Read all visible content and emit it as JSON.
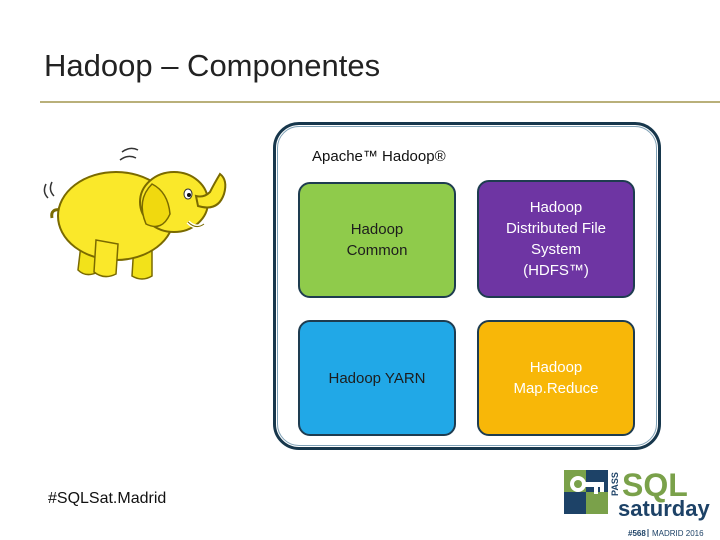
{
  "slide": {
    "title": "Hadoop – Componentes",
    "hashtag": "#SQLSat.Madrid"
  },
  "diagram": {
    "container_label": "Apache™ Hadoop®",
    "components": [
      {
        "lines": [
          "Hadoop",
          "Common"
        ],
        "color": "#8fcb4b"
      },
      {
        "lines": [
          "Hadoop",
          "Distributed File",
          "System",
          "(HDFS™)"
        ],
        "color": "#6e35a3"
      },
      {
        "lines": [
          "Hadoop YARN"
        ],
        "color": "#21a8e7"
      },
      {
        "lines": [
          "Hadoop",
          "Map.Reduce"
        ],
        "color": "#f8b708"
      }
    ]
  },
  "logo": {
    "pass": "PASS",
    "sql": "SQL",
    "saturday": "saturday",
    "event": "#568",
    "city_year": "MADRID 2016",
    "colors": {
      "navy": "#1d4267",
      "green": "#7aa14a"
    }
  },
  "icons": [
    "hadoop-elephant-icon",
    "sql-saturday-logo-icon"
  ]
}
